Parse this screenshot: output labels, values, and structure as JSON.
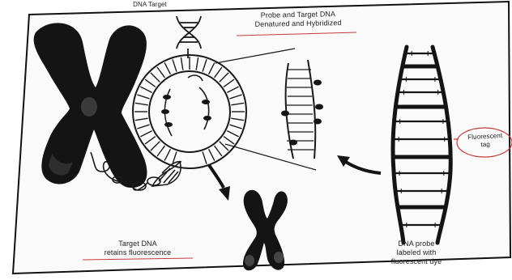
{
  "labels": {
    "dna_target": "DNA Target",
    "probe_target_line1": "Probe and Target DNA",
    "probe_target_line2": "Denatured and Hybridized",
    "fluorescent_tag_line1": "Fluorescent",
    "fluorescent_tag_line2": "tag",
    "target_retains_line1": "Target DNA",
    "target_retains_line2": "retains fluorescence",
    "probe_labeled_line1": "DNA probe",
    "probe_labeled_line2": "labeled with",
    "probe_labeled_line3": "fluorescent dye"
  },
  "colors": {
    "ink": "#1a1a1a",
    "paper": "#fafafa",
    "underline": "#c33b3b",
    "chromosome": "#141414"
  }
}
